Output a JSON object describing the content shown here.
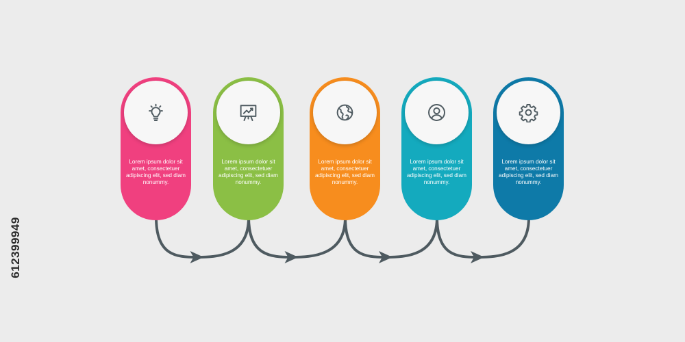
{
  "steps": [
    {
      "color": "#f0407f",
      "icon": "lightbulb-icon",
      "text": "Lorem ipsum dolor sit amet, consectetuer adipiscing elit, sed diam nonummy."
    },
    {
      "color": "#8bbf45",
      "icon": "presentation-chart-icon",
      "text": "Lorem ipsum dolor sit amet, consectetuer adipiscing elit, sed diam nonummy."
    },
    {
      "color": "#f78d1e",
      "icon": "globe-icon",
      "text": "Lorem ipsum dolor sit amet, consectetuer adipiscing elit, sed diam nonummy."
    },
    {
      "color": "#14aabe",
      "icon": "user-icon",
      "text": "Lorem ipsum dolor sit amet, consectetuer adipiscing elit, sed diam nonummy."
    },
    {
      "color": "#0e7aa8",
      "icon": "gear-icon",
      "text": "Lorem ipsum dolor sit amet, consectetuer adipiscing elit, sed diam nonummy."
    }
  ],
  "connector_color": "#4e5a60",
  "stock_id": "612399949"
}
